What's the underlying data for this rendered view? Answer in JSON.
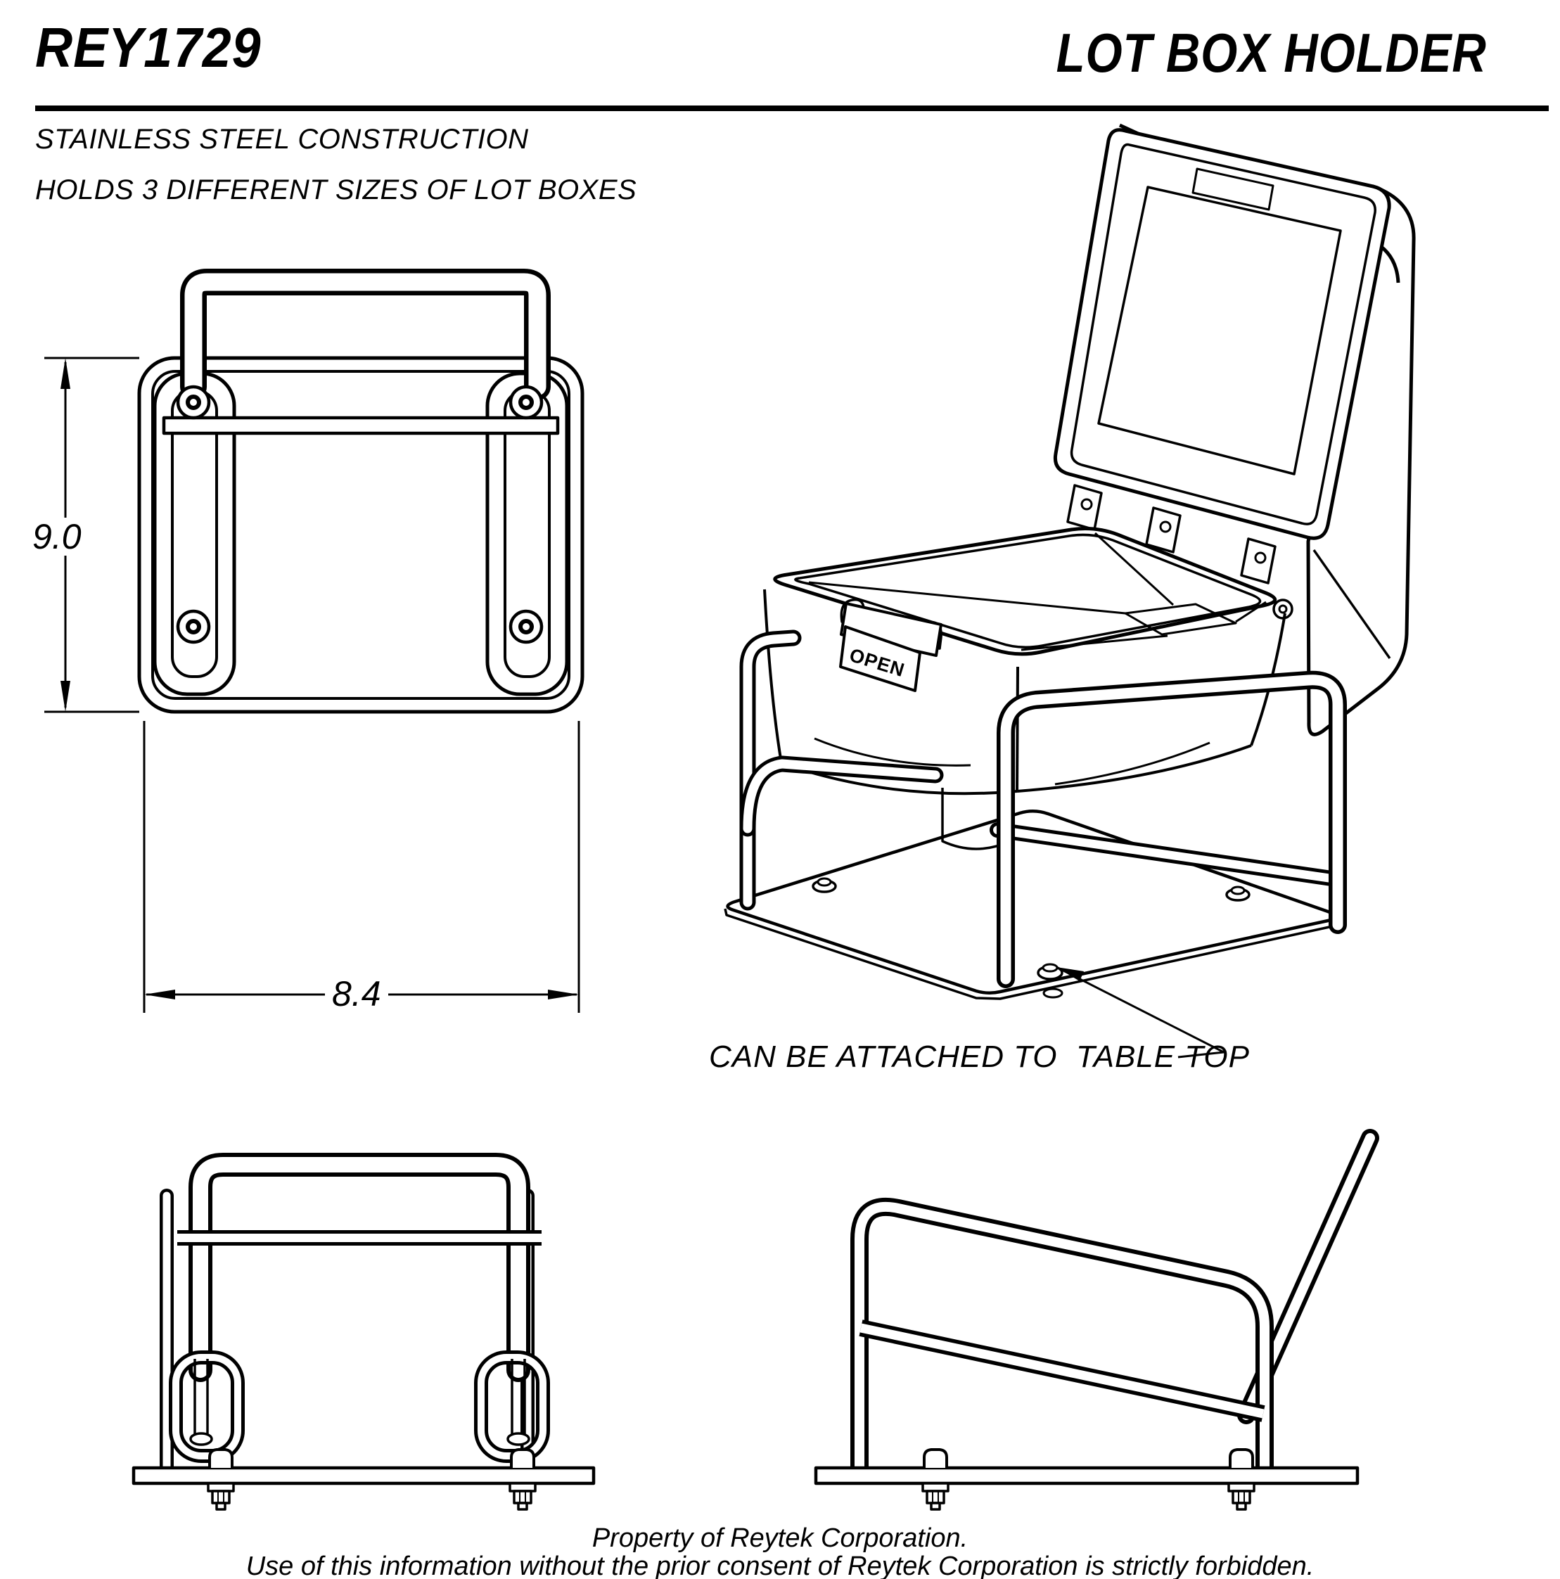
{
  "colors": {
    "ink": "#000000",
    "paper": "#ffffff"
  },
  "header": {
    "part_number": "REY1729",
    "product_title": "LOT BOX HOLDER"
  },
  "notes": {
    "line1": "STAINLESS STEEL CONSTRUCTION",
    "line2": "HOLDS 3 DIFFERENT SIZES OF LOT BOXES"
  },
  "front_view": {
    "height_dim": "9.0",
    "width_dim": "8.4"
  },
  "isometric_view": {
    "tag_label": "OPEN",
    "annotation": "CAN BE ATTACHED TO  TABLE TOP"
  },
  "footer": {
    "line1": "Property of Reytek Corporation.",
    "line2": "Use of this information without the prior consent of Reytek Corporation is strictly forbidden."
  }
}
